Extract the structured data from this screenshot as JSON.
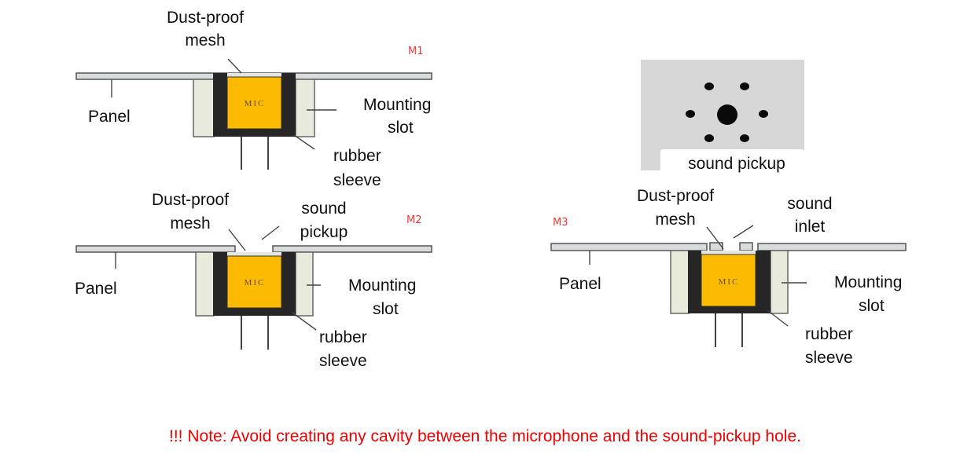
{
  "diagrams": {
    "m1": {
      "tag": "M1",
      "mesh_label": [
        "Dust-proof",
        "mesh"
      ],
      "panel_label": "Panel",
      "slot_label": [
        "Mounting",
        "slot"
      ],
      "sleeve_label": [
        "rubber",
        "sleeve"
      ],
      "mic_label": "MIC"
    },
    "m2": {
      "tag": "M2",
      "mesh_label": [
        "Dust-proof",
        "mesh"
      ],
      "pickup_label": [
        "sound",
        "pickup"
      ],
      "panel_label": "Panel",
      "slot_label": [
        "Mounting",
        "slot"
      ],
      "sleeve_label": [
        "rubber",
        "sleeve"
      ],
      "mic_label": "MIC"
    },
    "m3": {
      "tag": "M3",
      "mesh_label": [
        "Dust-proof",
        "mesh"
      ],
      "inlet_label": [
        "sound",
        "inlet"
      ],
      "panel_label": "Panel",
      "slot_label": [
        "Mounting",
        "slot"
      ],
      "sleeve_label": [
        "rubber",
        "sleeve"
      ],
      "mic_label": "MIC"
    }
  },
  "photo": {
    "caption": "sound pickup"
  },
  "colors": {
    "note": "#ee0000",
    "tag": "#ef3b3b",
    "mic": "#fdbb00",
    "sleeve": "#262626"
  },
  "note": "!!! Note: Avoid creating any cavity between the microphone and the sound-pickup hole."
}
